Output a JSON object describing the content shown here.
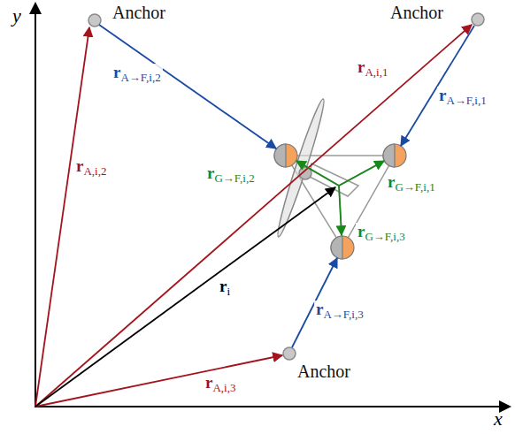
{
  "diagram": {
    "nodes": [
      {
        "text": [
          "Anchor"
        ]
      },
      {
        "text": [
          "Anchor"
        ]
      },
      {
        "text": [
          "Anchor"
        ]
      }
    ],
    "labels": [
      "y",
      "x",
      "rA,i,2",
      "rA→F,i,2",
      "rA,i,1",
      "rA→F,i,1",
      "rG→F,i,2",
      "rG→F,i,1",
      "rG→F,i,3",
      "ri",
      "rA→F,i,3",
      "rA,i,3"
    ]
  }
}
